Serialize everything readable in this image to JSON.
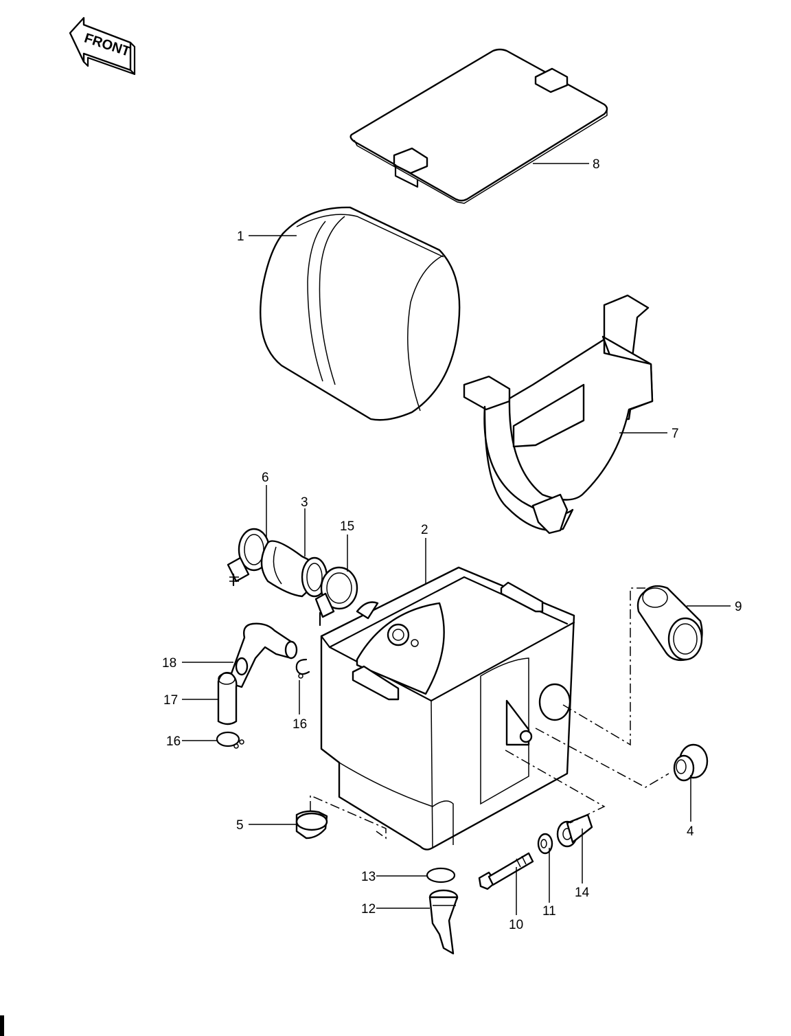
{
  "front_badge": "FRONT",
  "callouts": {
    "c1": "1",
    "c2": "2",
    "c3": "3",
    "c4": "4",
    "c5": "5",
    "c6": "6",
    "c7": "7",
    "c8": "8",
    "c9": "9",
    "c10": "10",
    "c11": "11",
    "c12": "12",
    "c13": "13",
    "c14": "14",
    "c15": "15",
    "c16a": "16",
    "c16b": "16",
    "c17": "17",
    "c18": "18"
  }
}
